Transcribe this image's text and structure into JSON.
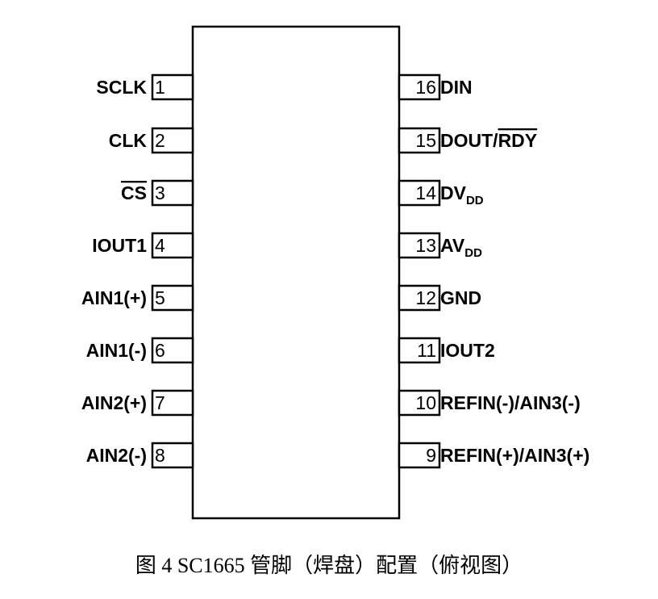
{
  "chip": {
    "left_pins": [
      {
        "number": "1",
        "label": "SCLK"
      },
      {
        "number": "2",
        "label": "CLK"
      },
      {
        "number": "3",
        "label": "CS",
        "overline": true
      },
      {
        "number": "4",
        "label": "IOUT1"
      },
      {
        "number": "5",
        "label": "AIN1(+)"
      },
      {
        "number": "6",
        "label": "AIN1(-)"
      },
      {
        "number": "7",
        "label": "AIN2(+)"
      },
      {
        "number": "8",
        "label": "AIN2(-)"
      }
    ],
    "right_pins": [
      {
        "number": "16",
        "label": "DIN"
      },
      {
        "number": "15",
        "label": "DOUT/",
        "overline_part": "RDY"
      },
      {
        "number": "14",
        "label": "DV",
        "subscript": "DD"
      },
      {
        "number": "13",
        "label": "AV",
        "subscript": "DD"
      },
      {
        "number": "12",
        "label": "GND"
      },
      {
        "number": "11",
        "label": "IOUT2"
      },
      {
        "number": "10",
        "label": "REFIN(-)/AIN3(-)"
      },
      {
        "number": "9",
        "label": "REFIN(+)/AIN3(+)"
      }
    ]
  },
  "caption": "图 4 SC1665 管脚（焊盘）配置（俯视图）"
}
